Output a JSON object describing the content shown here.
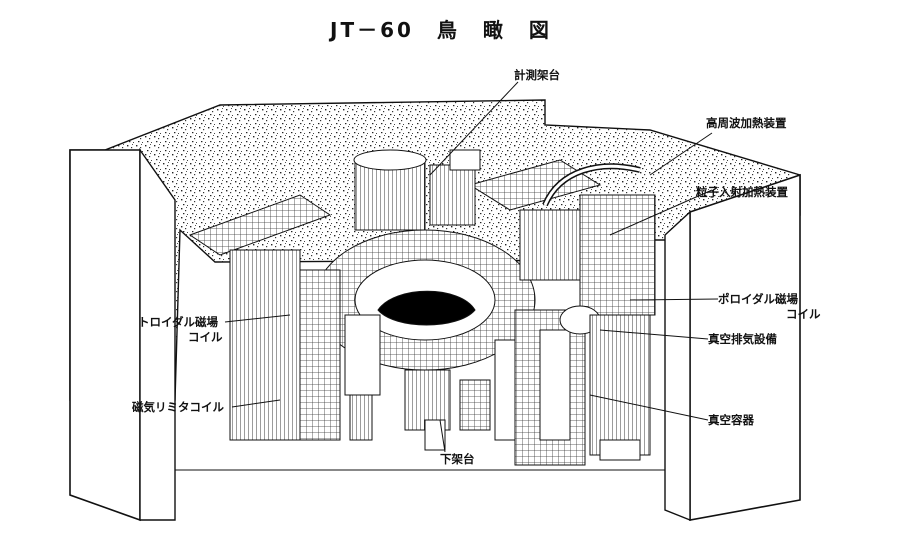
{
  "title": "JT－60　鳥　瞰　図",
  "labels": {
    "measurement_stand": "計測架台",
    "rf_heating": "高周波加熱装置",
    "nbi_heating": "粒子入射加熱装置",
    "poloidal_coil_line1": "ポロイダル磁場",
    "poloidal_coil_line2": "コイル",
    "vacuum_exhaust": "真空排気設備",
    "vacuum_vessel": "真空容器",
    "lower_stand": "下架台",
    "toroidal_coil_line1": "トロイダル磁場",
    "toroidal_coil_line2": "コイル",
    "limiter_coil": "磁気リミタコイル"
  }
}
